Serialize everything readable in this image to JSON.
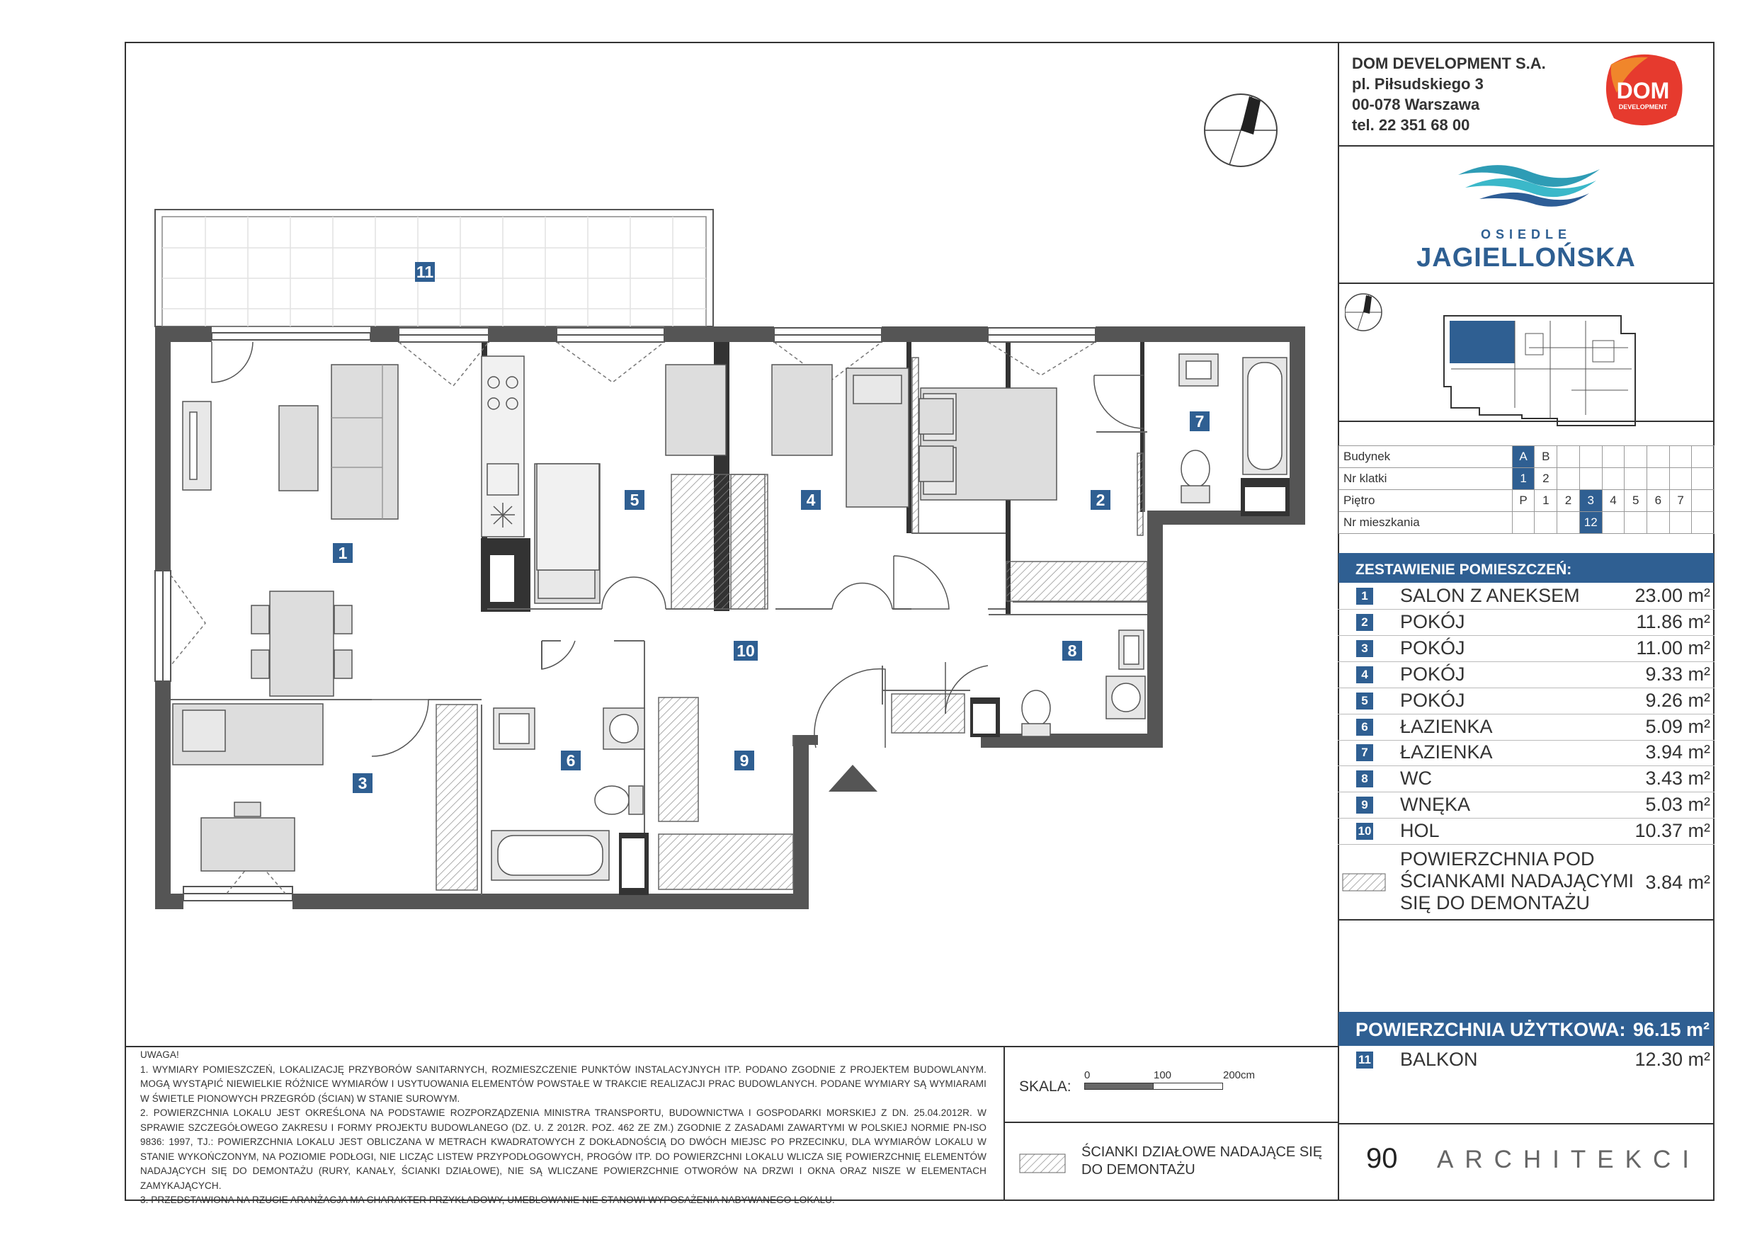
{
  "company": {
    "name": "DOM DEVELOPMENT S.A.",
    "address1": "pl. Piłsudskiego 3",
    "address2": "00-078 Warszawa",
    "phone": "tel. 22 351 68 00",
    "logo_text_main": "DOM",
    "logo_text_sub": "DEVELOPMENT",
    "logo_color": "#e63a2e"
  },
  "estate": {
    "line1": "OSIEDLE",
    "line2": "JAGIELLOŃSKA",
    "color": "#2e5f92"
  },
  "info_table": {
    "rows": [
      {
        "label": "Budynek",
        "cells": [
          "A",
          "B",
          "",
          "",
          "",
          "",
          "",
          "",
          ""
        ],
        "selected": [
          0
        ]
      },
      {
        "label": "Nr klatki",
        "cells": [
          "1",
          "2",
          "",
          "",
          "",
          "",
          "",
          "",
          ""
        ],
        "selected": [
          0
        ]
      },
      {
        "label": "Piętro",
        "cells": [
          "P",
          "1",
          "2",
          "3",
          "4",
          "5",
          "6",
          "7",
          ""
        ],
        "selected": [
          3
        ]
      },
      {
        "label": "Nr mieszkania",
        "cells": [
          "",
          "",
          "",
          "12",
          "",
          "",
          "",
          "",
          ""
        ],
        "selected": [
          3
        ]
      }
    ]
  },
  "rooms_header": "ZESTAWIENIE POMIESZCZEŃ:",
  "rooms": [
    {
      "num": "1",
      "name": "SALON Z ANEKSEM",
      "area": "23.00 m²"
    },
    {
      "num": "2",
      "name": "POKÓJ",
      "area": "11.86 m²"
    },
    {
      "num": "3",
      "name": "POKÓJ",
      "area": "11.00 m²"
    },
    {
      "num": "4",
      "name": "POKÓJ",
      "area": "9.33 m²"
    },
    {
      "num": "5",
      "name": "POKÓJ",
      "area": "9.26 m²"
    },
    {
      "num": "6",
      "name": "ŁAZIENKA",
      "area": "5.09 m²"
    },
    {
      "num": "7",
      "name": "ŁAZIENKA",
      "area": "3.94 m²"
    },
    {
      "num": "8",
      "name": "WC",
      "area": "3.43 m²"
    },
    {
      "num": "9",
      "name": "WNĘKA",
      "area": "5.03 m²"
    },
    {
      "num": "10",
      "name": "HOL",
      "area": "10.37 m²"
    }
  ],
  "demolition_area": {
    "line1": "POWIERZCHNIA POD",
    "line2": "ŚCIANKAMI NADAJĄCYMI",
    "line3": "SIĘ DO DEMONTAŻU",
    "area": "3.84 m²"
  },
  "usable": {
    "label": "POWIERZCHNIA UŻYTKOWA:",
    "area": "96.15 m²"
  },
  "balcony": {
    "num": "11",
    "name": "BALKON",
    "area": "12.30 m²"
  },
  "plan_labels": [
    "1",
    "2",
    "3",
    "4",
    "5",
    "6",
    "7",
    "8",
    "9",
    "10",
    "11"
  ],
  "notes": {
    "title": "UWAGA!",
    "items": [
      "1.   WYMIARY POMIESZCZEŃ, LOKALIZACJĘ PRZYBORÓW SANITARNYCH, ROZMIESZCZENIE PUNKTÓW INSTALACYJNYCH ITP. PODANO ZGODNIE Z PROJEKTEM BUDOWLANYM. MOGĄ WYSTĄPIĆ NIEWIELKIE RÓŻNICE WYMIARÓW I USYTUOWANIA ELEMENTÓW POWSTAŁE W TRAKCIE REALIZACJI PRAC BUDOWLANYCH. PODANE WYMIARY SĄ WYMIARAMI W ŚWIETLE PIONOWYCH PRZEGRÓD (ŚCIAN) W STANIE SUROWYM.",
      "2.   POWIERZCHNIA LOKALU JEST OKREŚLONA NA PODSTAWIE ROZPORZĄDZENIA MINISTRA TRANSPORTU, BUDOWNICTWA I GOSPODARKI MORSKIEJ Z DN. 25.04.2012R. W SPRAWIE SZCZEGÓŁOWEGO ZAKRESU I FORMY PROJEKTU BUDOWLANEGO (DZ. U. Z 2012R. POZ. 462 ZE ZM.) ZGODNIE Z ZASADAMI ZAWARTYMI W POLSKIEJ NORMIE PN-ISO 9836: 1997, TJ.: POWIERZCHNIA LOKALU JEST OBLICZANA W METRACH KWADRATOWYCH Z DOKŁADNOŚCIĄ DO DWÓCH MIEJSC PO PRZECINKU, DLA WYMIARÓW LOKALU W STANIE WYKOŃCZONYM, NA POZIOMIE PODŁOGI, NIE LICZĄC LISTEW PRZYPODŁOGOWYCH, PROGÓW ITP. DO POWIERZCHNI LOKALU WLICZA SIĘ POWIERZCHNIĘ ELEMENTÓW NADAJĄCYCH SIĘ DO DEMONTAŻU (RURY, KANAŁY, ŚCIANKI DZIAŁOWE), NIE SĄ WLICZANE POWIERZCHNIE OTWORÓW NA DRZWI I OKNA ORAZ NISZE W ELEMENTACH ZAMYKAJĄCYCH.",
      "3.   PRZEDSTAWIONA NA RZUCIE ARANŻACJA MA CHARAKTER PRZYKŁADOWY, UMEBLOWANIE NIE STANOWI WYPOSAŻENIA NABYWANEGO LOKALU."
    ]
  },
  "scale": {
    "label": "SKALA:",
    "t0": "0",
    "t1": "100",
    "t2": "200cm"
  },
  "legend": {
    "line1": "ŚCIANKI DZIAŁOWE NADAJĄCE SIĘ",
    "line2": "DO DEMONTAŻU"
  },
  "architect": {
    "num": "90",
    "name": "ARCHITEKCI"
  },
  "accent_color": "#2f5f92"
}
